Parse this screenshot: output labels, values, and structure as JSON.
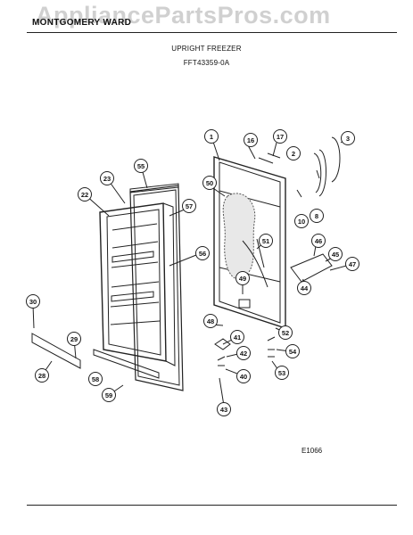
{
  "header": {
    "brand": "MONTGOMERY WARD",
    "watermark": "AppliancePartsPros.com",
    "title": "UPRIGHT FREEZER",
    "model": "FFT43359-0A"
  },
  "figure_code": "E1066",
  "callouts": [
    "1",
    "2",
    "3",
    "8",
    "10",
    "16",
    "17",
    "22",
    "23",
    "28",
    "29",
    "30",
    "40",
    "41",
    "42",
    "43",
    "44",
    "45",
    "46",
    "47",
    "48",
    "49",
    "50",
    "51",
    "52",
    "53",
    "54",
    "55",
    "56",
    "57",
    "58",
    "59"
  ]
}
